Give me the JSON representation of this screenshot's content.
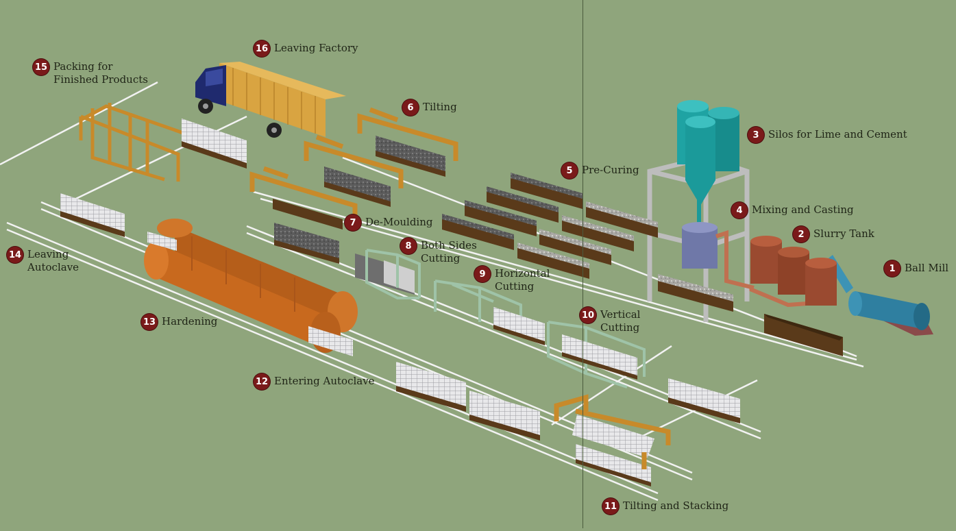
{
  "steps": [
    {
      "num": "1",
      "text": "Ball Mill"
    },
    {
      "num": "2",
      "text": "Slurry Tank"
    },
    {
      "num": "3",
      "text": "Silos for Lime and Cement"
    },
    {
      "num": "4",
      "text": "Mixing and Casting"
    },
    {
      "num": "5",
      "text": "Pre-Curing"
    },
    {
      "num": "6",
      "text": "Tilting"
    },
    {
      "num": "7",
      "text": "De-Moulding"
    },
    {
      "num": "8",
      "text": "Both Sides\nCutting"
    },
    {
      "num": "9",
      "text": "Horizontal\nCutting"
    },
    {
      "num": "10",
      "text": "Vertical\nCutting"
    },
    {
      "num": "11",
      "text": "Tilting and Stacking"
    },
    {
      "num": "12",
      "text": "Entering Autoclave"
    },
    {
      "num": "13",
      "text": "Hardening"
    },
    {
      "num": "14",
      "text": "Leaving\nAutoclave"
    },
    {
      "num": "15",
      "text": "Packing for\nFinished Products"
    },
    {
      "num": "16",
      "text": "Leaving Factory"
    }
  ],
  "colors": {
    "background": "#8fa57c",
    "badge": "#7a1a1a",
    "autoclave": "#c8691e",
    "silo": "#1fa3a3",
    "ball_mill": "#2f7fa0",
    "slurry_tank": "#9a4a30",
    "mould": "#5a3a1a",
    "gantry": "#c88a2a",
    "frame": "#9fc3a8",
    "truck_cab": "#1f2a6e",
    "truck_cargo": "#d9a441"
  }
}
